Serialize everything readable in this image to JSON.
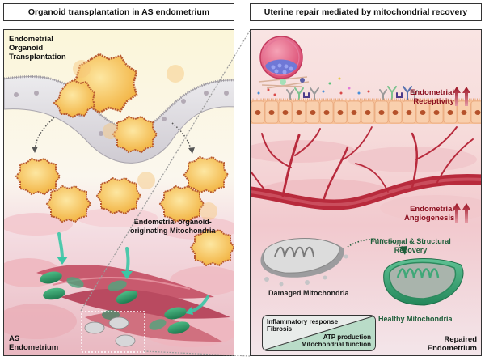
{
  "left_panel": {
    "title": "Organoid transplantation in AS endometrium",
    "label_transplantation": [
      "Endometrial",
      "Organoid",
      "Transplantation"
    ],
    "label_mito_origin": [
      "Endometrial organoid-",
      "originating Mitochondria"
    ],
    "label_tissue": [
      "AS",
      "Endometrium"
    ]
  },
  "right_panel": {
    "title": "Uterine repair mediated by mitochondrial recovery",
    "receptivity": [
      "Endometrial",
      "Receptivity"
    ],
    "angiogenesis": [
      "Endometrial",
      "Angiogenesis"
    ],
    "recovery": [
      "Functional & Structural",
      "Recovery"
    ],
    "damaged_label": "Damaged Mitochondria",
    "healthy_label": "Healthy Mitochondria",
    "tissue_label": [
      "Repaired",
      "Endometrium"
    ],
    "legend": {
      "decreased": [
        "Inflammatory response",
        "Fibrosis"
      ],
      "increased": [
        "ATP production",
        "Mitochondrial function"
      ]
    }
  },
  "colors": {
    "accent_red": "#8b1020",
    "accent_green": "#1f5e3a",
    "mito_green": "#2e9e6a",
    "arrow_teal": "#3cc7a6",
    "organoid_yellow": "#f7c55a",
    "epithelium_orange": "#f7c29a",
    "vessel_red": "#b82a3c"
  }
}
